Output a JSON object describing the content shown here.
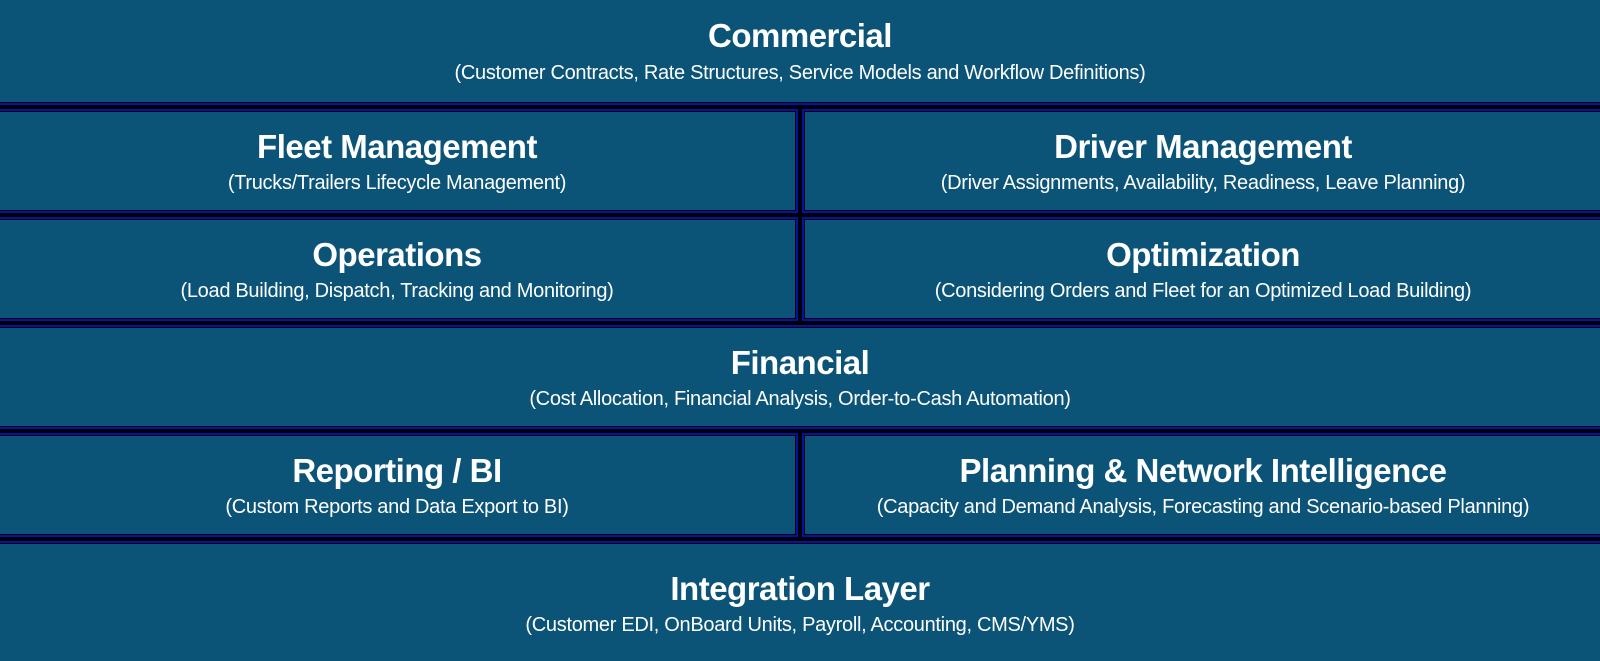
{
  "diagram": {
    "colors": {
      "block_background": "#0B5478",
      "divider": "#000000",
      "pinstripe": "#0013AC",
      "text": "#FFFFFF"
    },
    "blocks": [
      {
        "title": "Commercial",
        "subtitle": "(Customer Contracts, Rate Structures, Service Models and Workflow Definitions)",
        "span": "full"
      },
      {
        "title": "Fleet Management",
        "subtitle": "(Trucks/Trailers Lifecycle Management)",
        "span": "left"
      },
      {
        "title": "Driver Management",
        "subtitle": "(Driver Assignments, Availability, Readiness, Leave Planning)",
        "span": "right"
      },
      {
        "title": "Operations",
        "subtitle": "(Load Building, Dispatch, Tracking and Monitoring)",
        "span": "left"
      },
      {
        "title": "Optimization",
        "subtitle": "(Considering Orders and Fleet for an Optimized Load Building)",
        "span": "right"
      },
      {
        "title": "Financial",
        "subtitle": "(Cost Allocation, Financial Analysis, Order-to-Cash Automation)",
        "span": "full"
      },
      {
        "title": "Reporting / BI",
        "subtitle": "(Custom Reports and Data Export to BI)",
        "span": "left"
      },
      {
        "title": "Planning & Network Intelligence",
        "subtitle": "(Capacity and Demand Analysis, Forecasting and Scenario-based Planning)",
        "span": "right"
      },
      {
        "title": "Integration Layer",
        "subtitle": "(Customer EDI, OnBoard Units, Payroll, Accounting, CMS/YMS)",
        "span": "full"
      }
    ]
  }
}
